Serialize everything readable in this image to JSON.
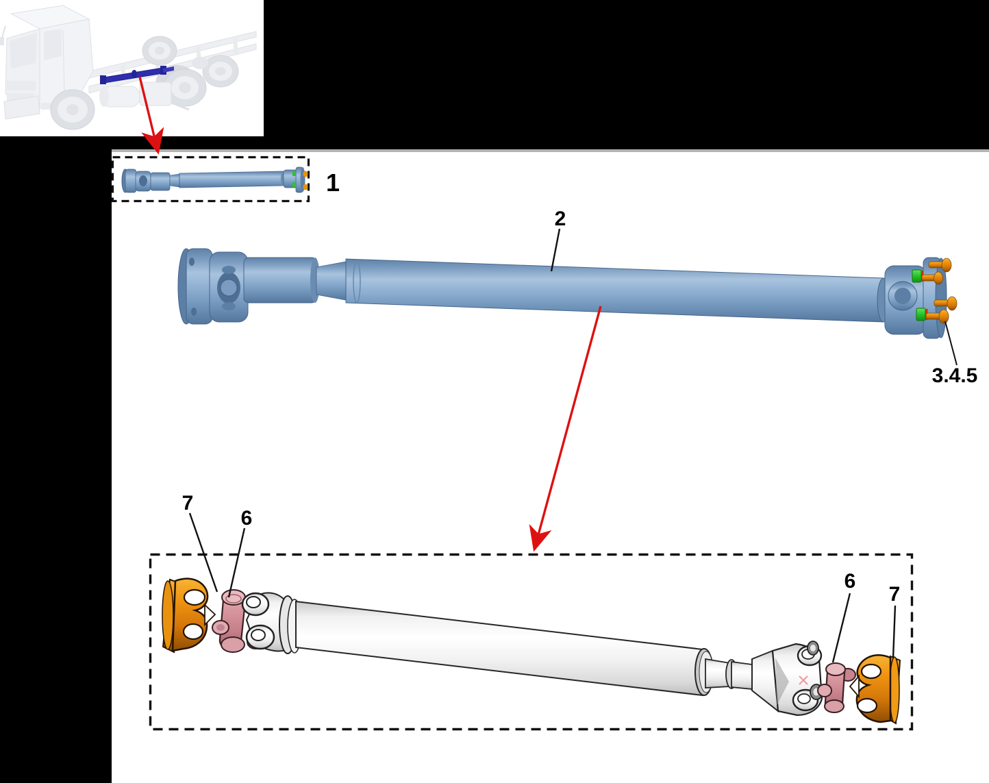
{
  "canvas": {
    "background": "#000000",
    "page_color": "#ffffff",
    "page_edge_color": "#b3b3b3"
  },
  "palette": {
    "shaft_blue": "#84a6c9",
    "shaft_white": "#f2f2f2",
    "flange_orange": "#e08614",
    "spider_pink": "#d2939c",
    "ring_green": "#2fd02f",
    "bolt_orange": "#e8920b",
    "arrow_red": "#dd1111",
    "leader_black": "#111111",
    "highlight_shaft_in_truck": "#2e2eae"
  },
  "callouts": {
    "assembly": {
      "label": "1"
    },
    "propeller_shaft": {
      "label": "2"
    },
    "bolt_set": {
      "label": "3.4.5"
    },
    "spider_left": {
      "label": "6"
    },
    "flange_left": {
      "label": "7"
    },
    "spider_right": {
      "label": "6"
    },
    "flange_right": {
      "label": "7"
    }
  }
}
